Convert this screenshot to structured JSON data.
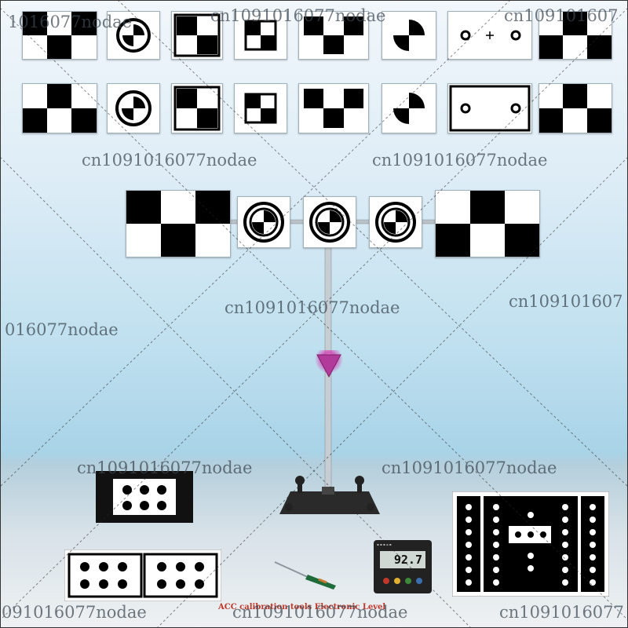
{
  "image": {
    "description_free": true,
    "watermark_text": "cn1091016077nodae",
    "watermarks": [
      {
        "text": "1016077nodae"
      },
      {
        "text": "cn1091016077nodae"
      },
      {
        "text": "cn109101607"
      },
      {
        "text": "cn1091016077nodae"
      },
      {
        "text": "cn1091016077nodae"
      },
      {
        "text": "cn1091016077nodae"
      },
      {
        "text": "cn109101607"
      },
      {
        "text": "016077nodae"
      },
      {
        "text": "cn1091016077nodae"
      },
      {
        "text": "cn1091016077nodae"
      },
      {
        "text": "091016077nodae"
      },
      {
        "text": "cn1091016077nodae"
      },
      {
        "text": "cn1091016077"
      }
    ],
    "caption": "ACC calibration tools  Electronic Level",
    "level_readout": "92.7"
  },
  "colors": {
    "target_black": "#000000",
    "target_white": "#ffffff",
    "laser_accent": "#d63bb0",
    "caption_red": "#c0392b"
  }
}
